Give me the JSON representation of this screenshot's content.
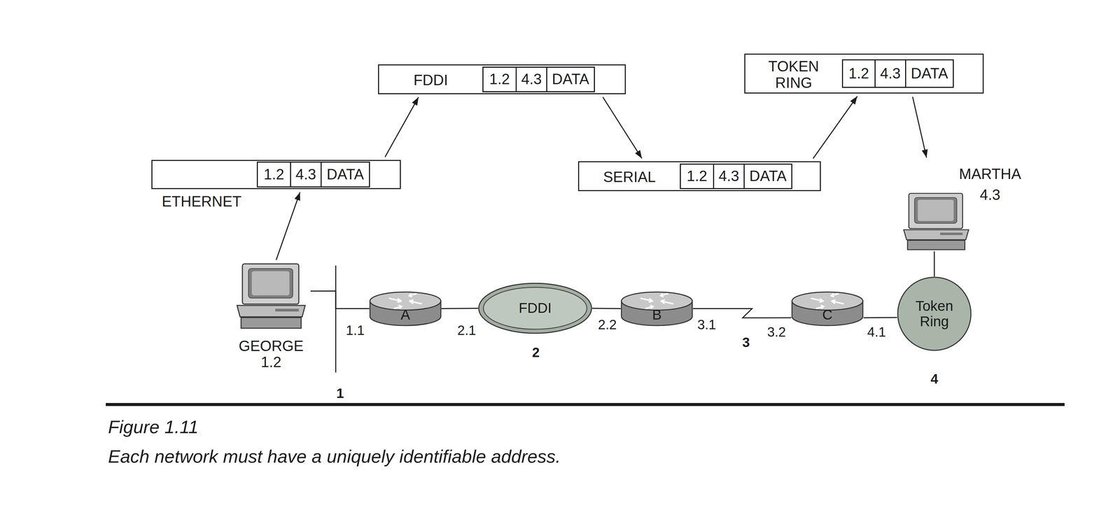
{
  "diagram": {
    "caption": "Each network must have a uniquely identifiable address.",
    "nodes": [
      {
        "text": [
          "ETHERNET"
        ]
      },
      {
        "text": [
          "1.2"
        ],
        "in": 0
      },
      {
        "text": [
          "4.3"
        ],
        "in": 0
      },
      {
        "text": [
          "DATA"
        ],
        "in": 0
      },
      {
        "text": [
          "FDDI"
        ]
      },
      {
        "text": [
          "1.2"
        ],
        "in": 4
      },
      {
        "text": [
          "4.3"
        ],
        "in": 4
      },
      {
        "text": [
          "DATA"
        ],
        "in": 4
      },
      {
        "text": [
          "SERIAL"
        ]
      },
      {
        "text": [
          "1.2"
        ],
        "in": 8
      },
      {
        "text": [
          "4.3"
        ],
        "in": 8
      },
      {
        "text": [
          "DATA"
        ],
        "in": 8
      },
      {
        "text": [
          "TOKEN RING"
        ]
      },
      {
        "text": [
          "1.2"
        ],
        "in": 12
      },
      {
        "text": [
          "4.3"
        ],
        "in": 12
      },
      {
        "text": [
          "DATA"
        ],
        "in": 12
      },
      {
        "text": [
          "GEORGE",
          "1.2"
        ]
      },
      {
        "text": [
          "A"
        ]
      },
      {
        "text": [
          "FDDI"
        ]
      },
      {
        "text": [
          "B"
        ]
      },
      {
        "text": [
          "C"
        ]
      },
      {
        "text": [
          "Token Ring"
        ]
      },
      {
        "text": [
          "MARTHA",
          "4.3"
        ]
      }
    ],
    "edges": [
      {
        "from": 16,
        "to": 0,
        "arrow": "to"
      },
      {
        "from": 0,
        "to": 4,
        "arrow": "to"
      },
      {
        "from": 4,
        "to": 8,
        "arrow": "to"
      },
      {
        "from": 8,
        "to": 12,
        "arrow": "to"
      },
      {
        "from": 12,
        "to": 22,
        "arrow": "to"
      },
      {
        "from": 16,
        "to": 17,
        "arrow": "none"
      },
      {
        "from": 17,
        "to": 18,
        "arrow": "none"
      },
      {
        "from": 18,
        "to": 19,
        "arrow": "none"
      },
      {
        "from": 19,
        "to": 20,
        "arrow": "none"
      },
      {
        "from": 20,
        "to": 21,
        "arrow": "none"
      },
      {
        "from": 21,
        "to": 22,
        "arrow": "none"
      }
    ],
    "labels": [
      "1.1",
      "2.1",
      "2.2",
      "3.1",
      "3.2",
      "4.1",
      "1",
      "2",
      "3",
      "4",
      "Figure 1.11"
    ]
  }
}
